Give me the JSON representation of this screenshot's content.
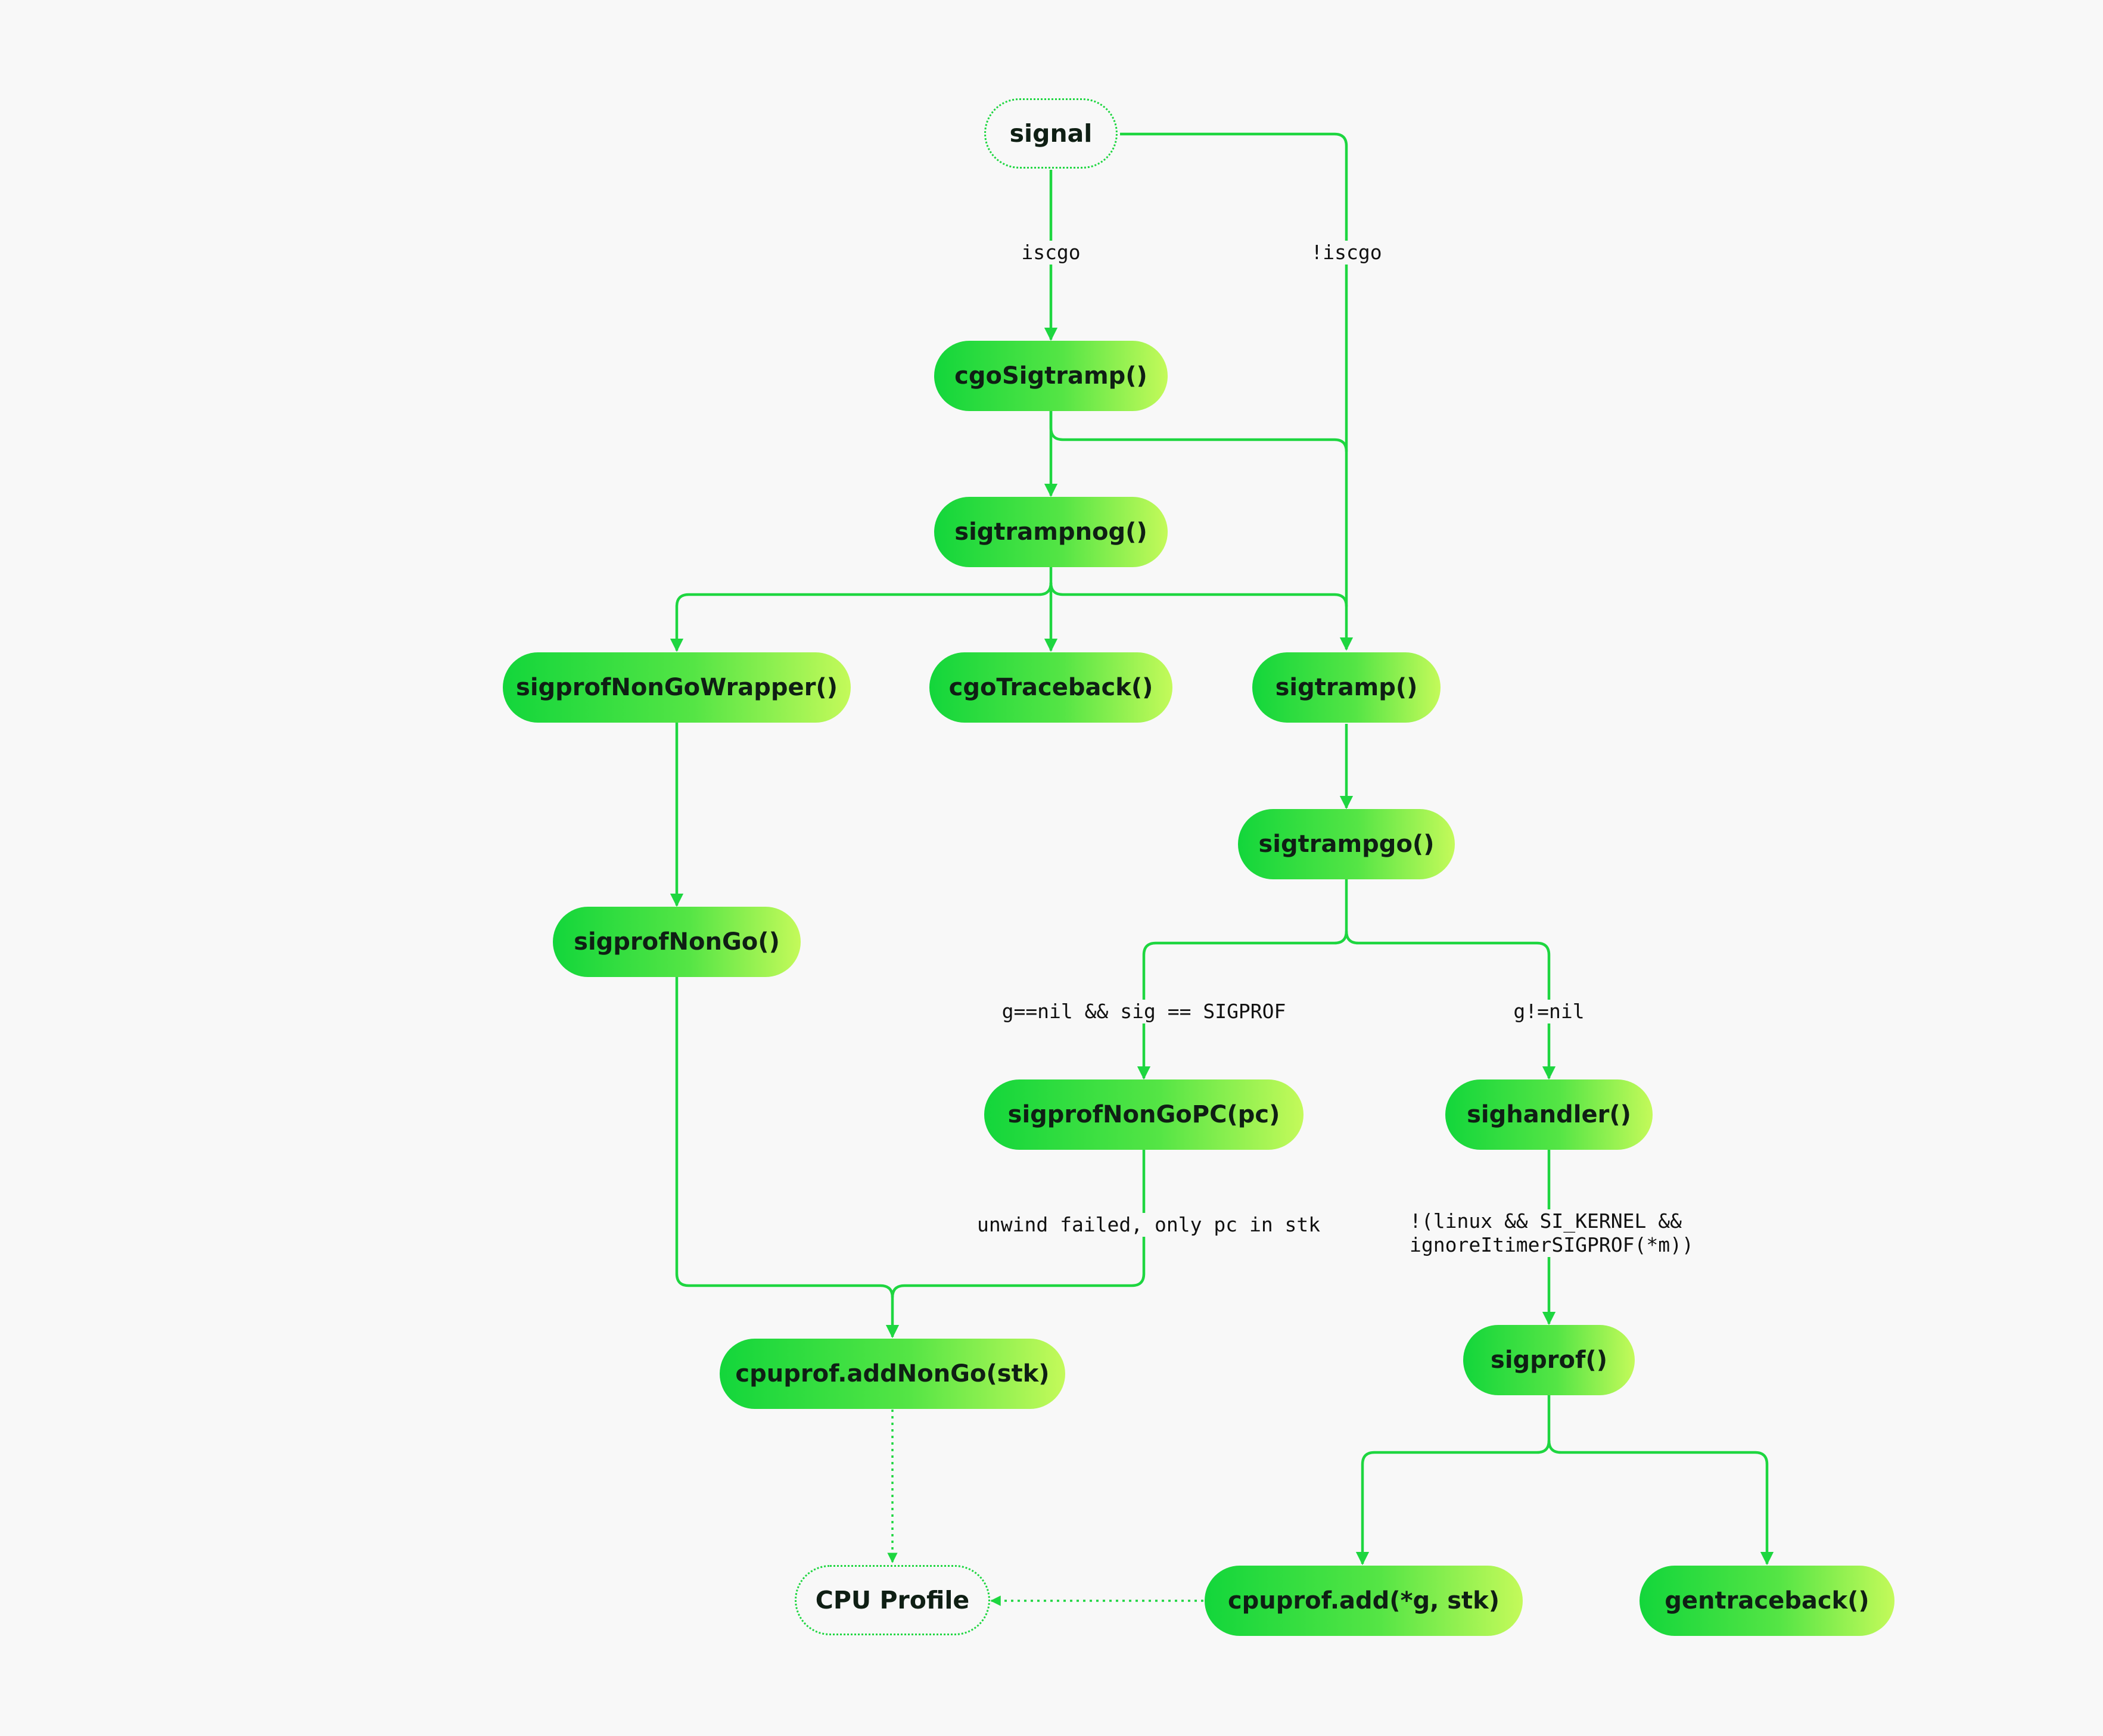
{
  "colors": {
    "background": "#f8f8f8",
    "edge": "#1ed640",
    "node_gradient_start": "#13d63b",
    "node_gradient_end": "#c4fa5a",
    "text": "#0f1f14"
  },
  "nodes": {
    "signal": "signal",
    "cgoSigtramp": "cgoSigtramp()",
    "sigtrampnog": "sigtrampnog()",
    "sigprofNonGoWrapper": "sigprofNonGoWrapper()",
    "cgoTraceback": "cgoTraceback()",
    "sigtramp": "sigtramp()",
    "sigtrampgo": "sigtrampgo()",
    "sigprofNonGo": "sigprofNonGo()",
    "sigprofNonGoPC": "sigprofNonGoPC(pc)",
    "sighandler": "sighandler()",
    "sigprof": "sigprof()",
    "addNonGo": "cpuprof.addNonGo(stk)",
    "cpuProfile": "CPU Profile",
    "cpuprofAdd": "cpuprof.add(*g, stk)",
    "gentraceback": "gentraceback()"
  },
  "edge_labels": {
    "iscgo": "iscgo",
    "not_iscgo": "!iscgo",
    "g_nil_sigprof": "g==nil && sig == SIGPROF",
    "g_not_nil": "g!=nil",
    "unwind_failed": "unwind failed, only pc in stk",
    "ignore_line1": "!(linux && SI_KERNEL &&",
    "ignore_line2": "ignoreItimerSIGPROF(*m))"
  }
}
